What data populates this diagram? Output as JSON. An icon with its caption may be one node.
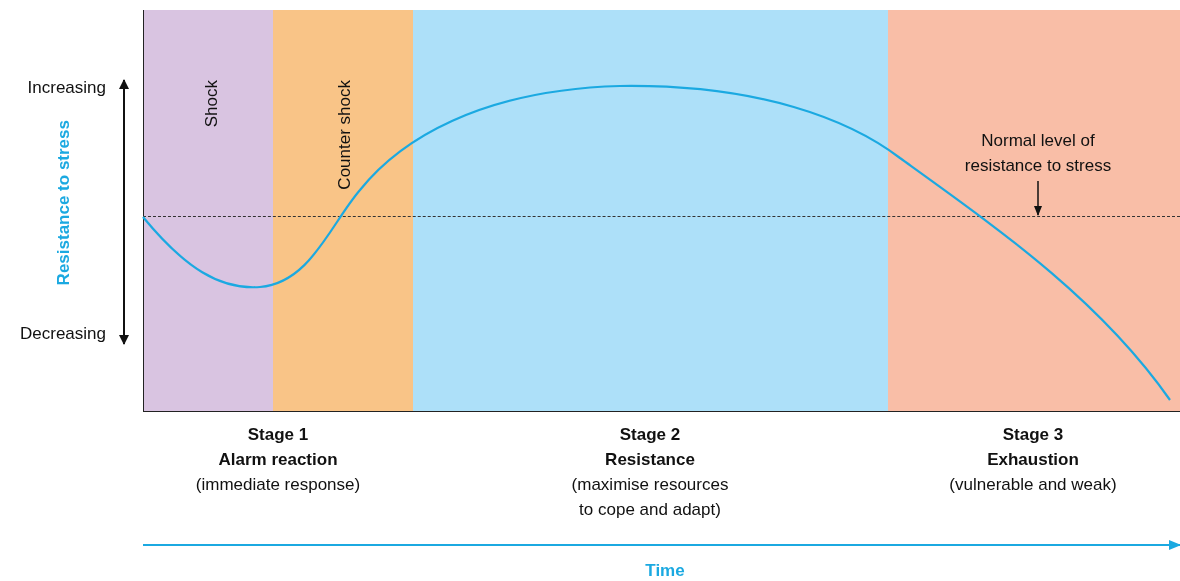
{
  "diagram": {
    "nodes": [
      {
        "text": [
          "Shock"
        ]
      },
      {
        "text": [
          "Counter shock"
        ]
      },
      {
        "text": [],
        "shape": "box"
      },
      {
        "text": [],
        "shape": "box"
      },
      {
        "text": [
          "Normal level of resistance to stress"
        ],
        "in": 3
      },
      {
        "text": [],
        "shape": "line"
      }
    ],
    "edges": [
      {
        "from": 4,
        "to": 5,
        "arrow": "to"
      }
    ],
    "labels": [
      "Increasing",
      "Resistance to stress",
      "Decreasing",
      "Stage 1",
      "Alarm reaction",
      "(immediate response)",
      "Stage 2",
      "Resistance",
      "(maximise resources to cope and adapt)",
      "Stage 3",
      "Exhaustion",
      "(vulnerable and weak)",
      "Time"
    ]
  }
}
